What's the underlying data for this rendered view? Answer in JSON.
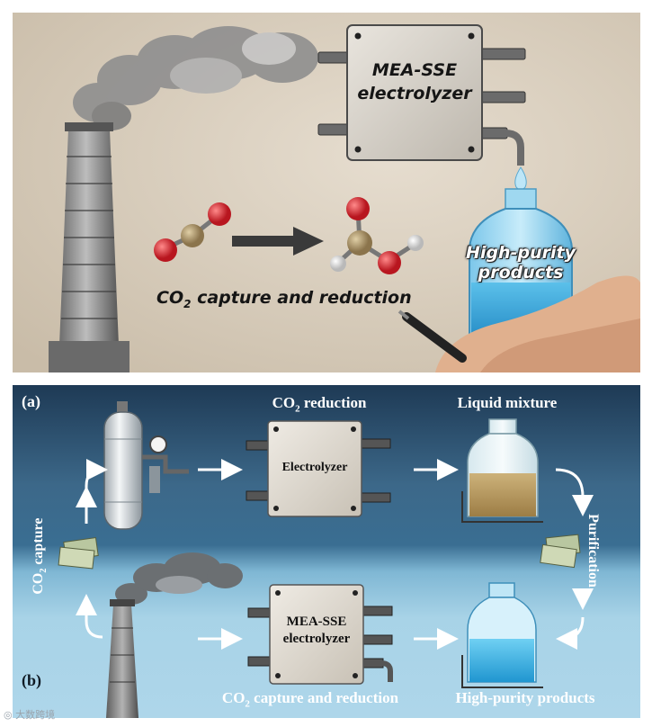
{
  "top": {
    "electrolyzer_line1": "MEA-SSE",
    "electrolyzer_line2": "electrolyzer",
    "products_line1": "High-purity",
    "products_line2": "products",
    "caption_prefix": "CO",
    "caption_sub": "2",
    "caption_rest": " capture and reduction"
  },
  "bottom": {
    "panel_a": "(a)",
    "panel_b": "(b)",
    "co2_reduction_prefix": "CO",
    "co2_reduction_sub": "2",
    "co2_reduction_rest": " reduction",
    "liquid_mixture": "Liquid mixture",
    "electrolyzer": "Electrolyzer",
    "mea_line1": "MEA-SSE",
    "mea_line2": "electrolyzer",
    "capture_prefix": "CO",
    "capture_sub": "2",
    "capture_rest": " capture",
    "purification": "Purification",
    "bottom_caption_prefix": "CO",
    "bottom_caption_sub": "2",
    "bottom_caption_rest": " capture and reduction",
    "high_purity": "High-purity products"
  },
  "watermark": "大数跨境",
  "colors": {
    "paper": "#d9cfc0",
    "panel_dark": "#1e3a55",
    "panel_light": "#aed6ea",
    "oxygen": "#d6303a",
    "carbon": "#a8926a",
    "liquid_blue": "#4bb3e0",
    "liquid_brown": "#b89b62"
  }
}
